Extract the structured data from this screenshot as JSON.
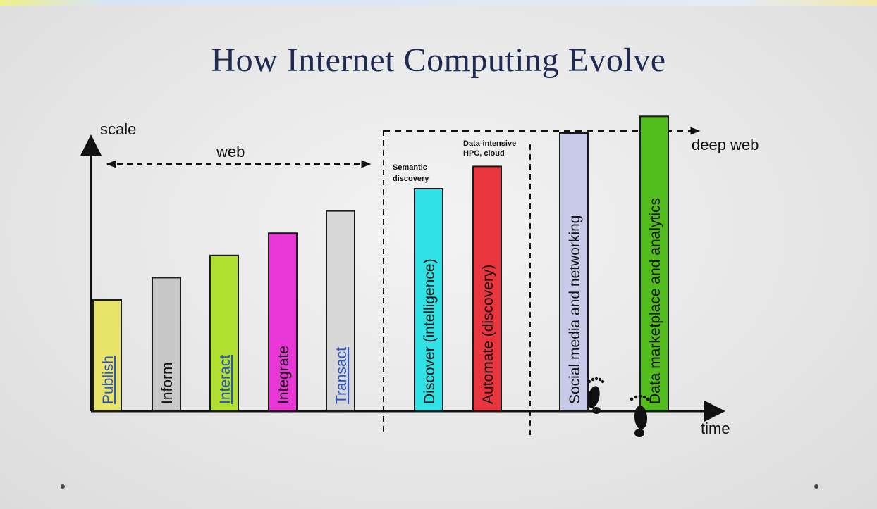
{
  "slide": {
    "title": "How Internet Computing Evolve"
  },
  "chart_data": {
    "type": "bar",
    "xlabel": "time",
    "ylabel": "scale",
    "categories": [
      "Publish",
      "Inform",
      "Interact",
      "Integrate",
      "Transact",
      "Discover (intelligence)",
      "Automate (discovery)",
      "Social media and networking",
      "Data marketplace and analytics"
    ],
    "values": [
      1,
      1.2,
      1.4,
      1.6,
      1.8,
      2.0,
      2.2,
      2.5,
      2.65
    ],
    "colors": [
      "#e8e46a",
      "#c7c7c7",
      "#b2e031",
      "#e936d6",
      "#d7d7d7",
      "#2fe2e6",
      "#e9363e",
      "#c9c9ea",
      "#52bc1c"
    ],
    "link_styled": [
      true,
      false,
      true,
      false,
      true,
      false,
      false,
      false,
      false
    ],
    "annotations": {
      "web": "web",
      "semantic": [
        "Semantic",
        "discovery"
      ],
      "data_intensive": [
        "Data-intensive",
        "HPC, cloud"
      ],
      "deep_web": "deep web"
    }
  }
}
